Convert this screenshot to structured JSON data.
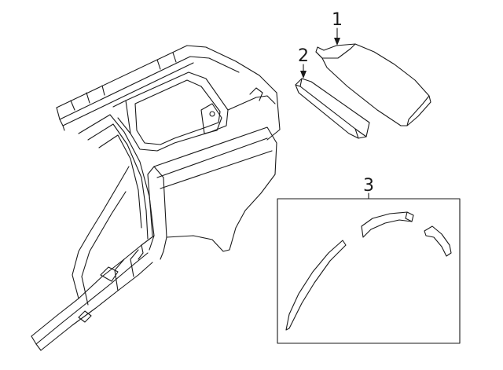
{
  "callouts": [
    {
      "number": "1",
      "part": "trim-panel"
    },
    {
      "number": "2",
      "part": "moulding-strip"
    },
    {
      "number": "3",
      "part": "wheel-opening-moulding-kit"
    }
  ],
  "colors": {
    "line": "#1a1a1a",
    "background": "#ffffff"
  }
}
